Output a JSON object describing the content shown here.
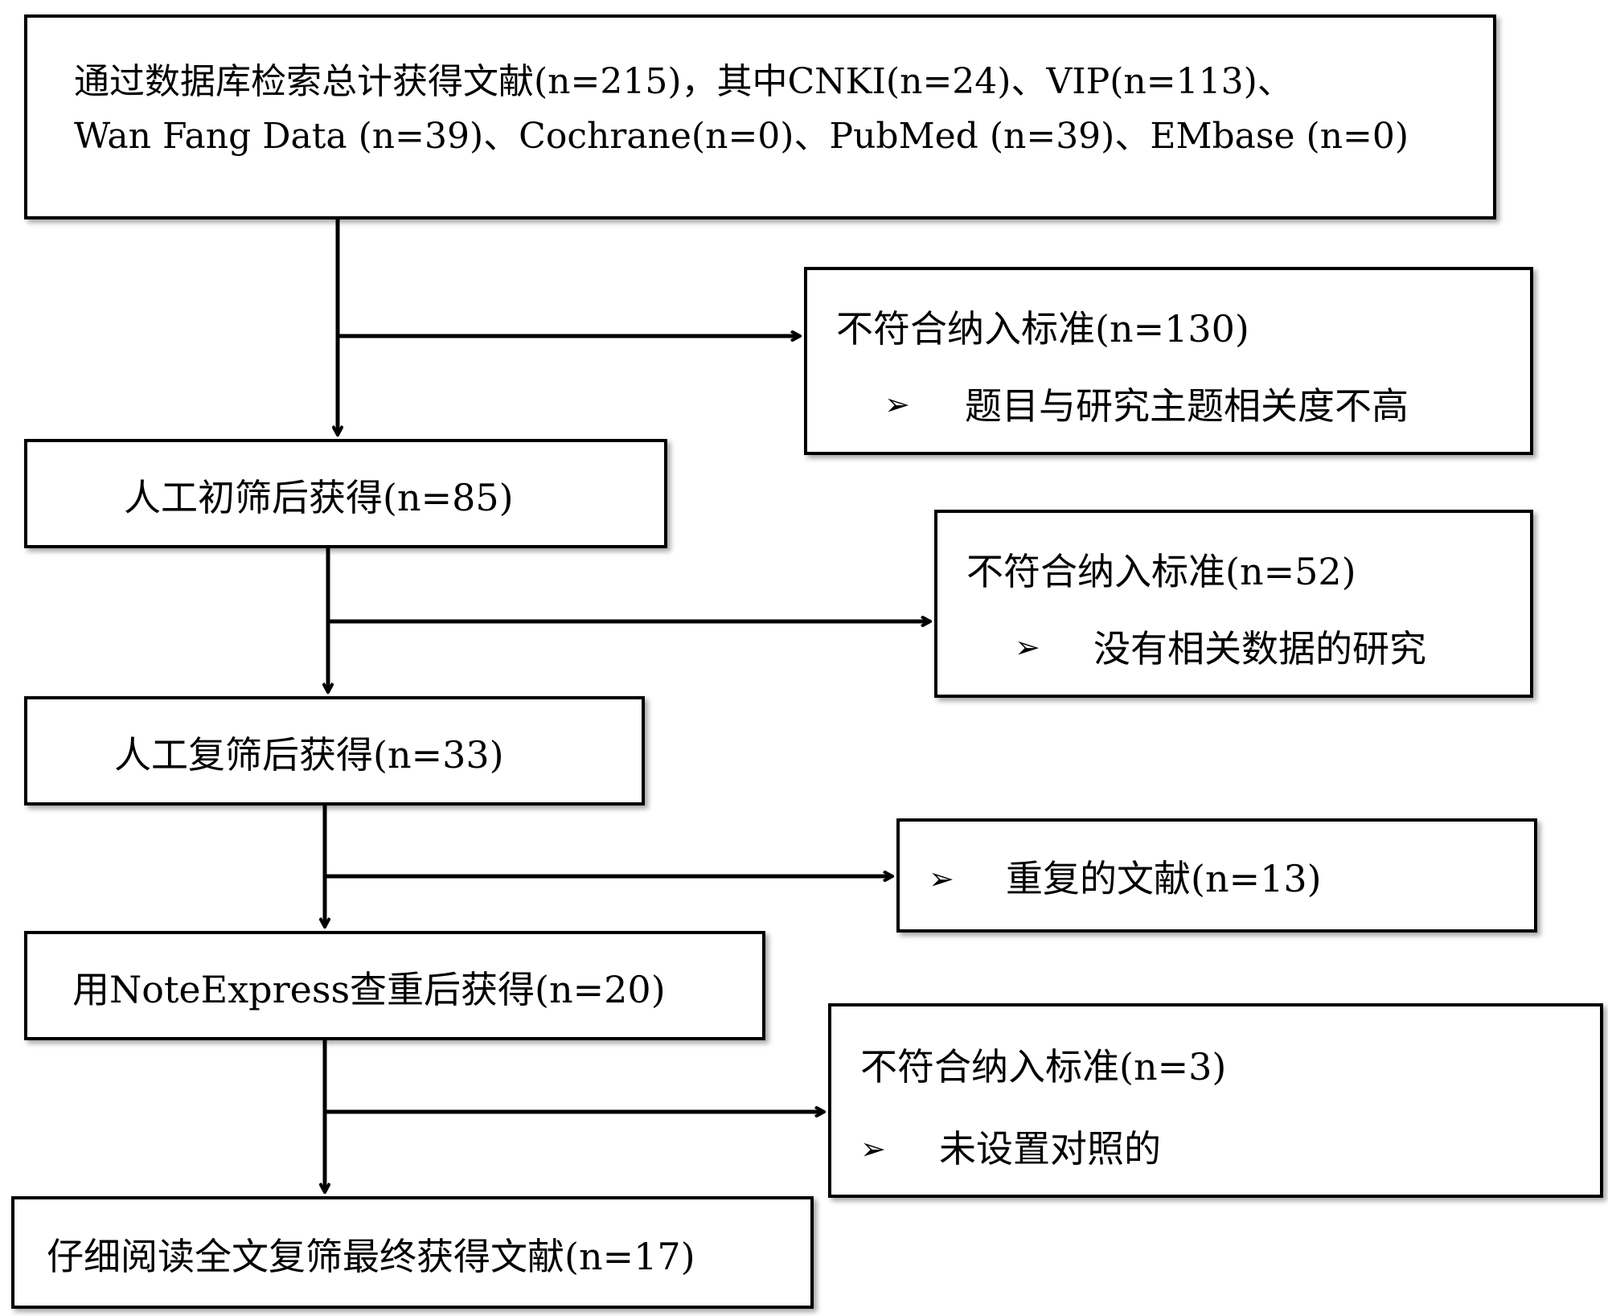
{
  "boxes": {
    "b1": {
      "line1": "通过数据库检索总计获得文献(n=215)，其中CNKI(n=24)、VIP(n=113)、",
      "line2": "Wan Fang Data (n=39)、Cochrane(n=0)、PubMed (n=39)、EMbase (n=0)"
    },
    "b2": {
      "label": "人工初筛后获得(n=85)"
    },
    "b3": {
      "label": "人工复筛后获得(n=33)"
    },
    "b4": {
      "label": "用NoteExpress查重后获得(n=20)"
    },
    "b5": {
      "label": "仔细阅读全文复筛最终获得文献(n=17)"
    },
    "e1": {
      "heading": "不符合纳入标准(n=130)",
      "item": "题目与研究主题相关度不高"
    },
    "e2": {
      "heading": "不符合纳入标准(n=52)",
      "item": "没有相关数据的研究"
    },
    "e3": {
      "item": "重复的文献(n=13)"
    },
    "e4": {
      "heading": "不符合纳入标准(n=3)",
      "item": "未设置对照的"
    }
  },
  "bullet_glyph": "➢",
  "colors": {
    "line": "#000000",
    "box_border": "#000000",
    "background": "#ffffff"
  }
}
